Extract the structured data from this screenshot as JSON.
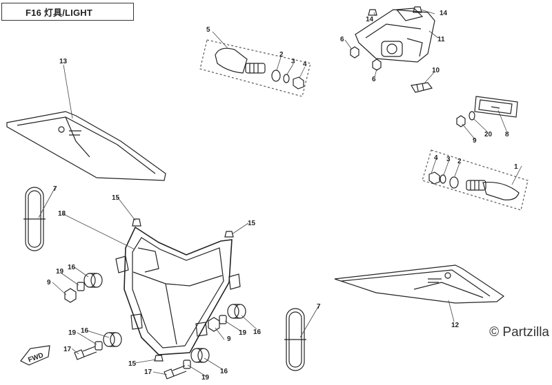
{
  "title": "F16 灯具/LIGHT",
  "watermark": "© Partzilla",
  "callouts": {
    "c1": "1",
    "c2a": "2",
    "c2b": "2",
    "c3a": "3",
    "c3b": "3",
    "c4a": "4",
    "c4b": "4",
    "c5": "5",
    "c6a": "6",
    "c6b": "6",
    "c7a": "7",
    "c7b": "7",
    "c8": "8",
    "c9a": "9",
    "c9b": "9",
    "c9c": "9",
    "c10": "10",
    "c11": "11",
    "c12": "12",
    "c13": "13",
    "c14a": "14",
    "c14b": "14",
    "c15a": "15",
    "c15b": "15",
    "c15c": "15",
    "c16a": "16",
    "c16b": "16",
    "c16c": "16",
    "c16d": "16",
    "c17a": "17",
    "c17b": "17",
    "c18": "18",
    "c19a": "19",
    "c19b": "19",
    "c19c": "19",
    "c19d": "19",
    "c20": "20"
  },
  "fwd_label": "FWD",
  "colors": {
    "line": "#222222",
    "leader": "#444444",
    "fill": "#ffffff",
    "shade": "#d8d8d8"
  }
}
